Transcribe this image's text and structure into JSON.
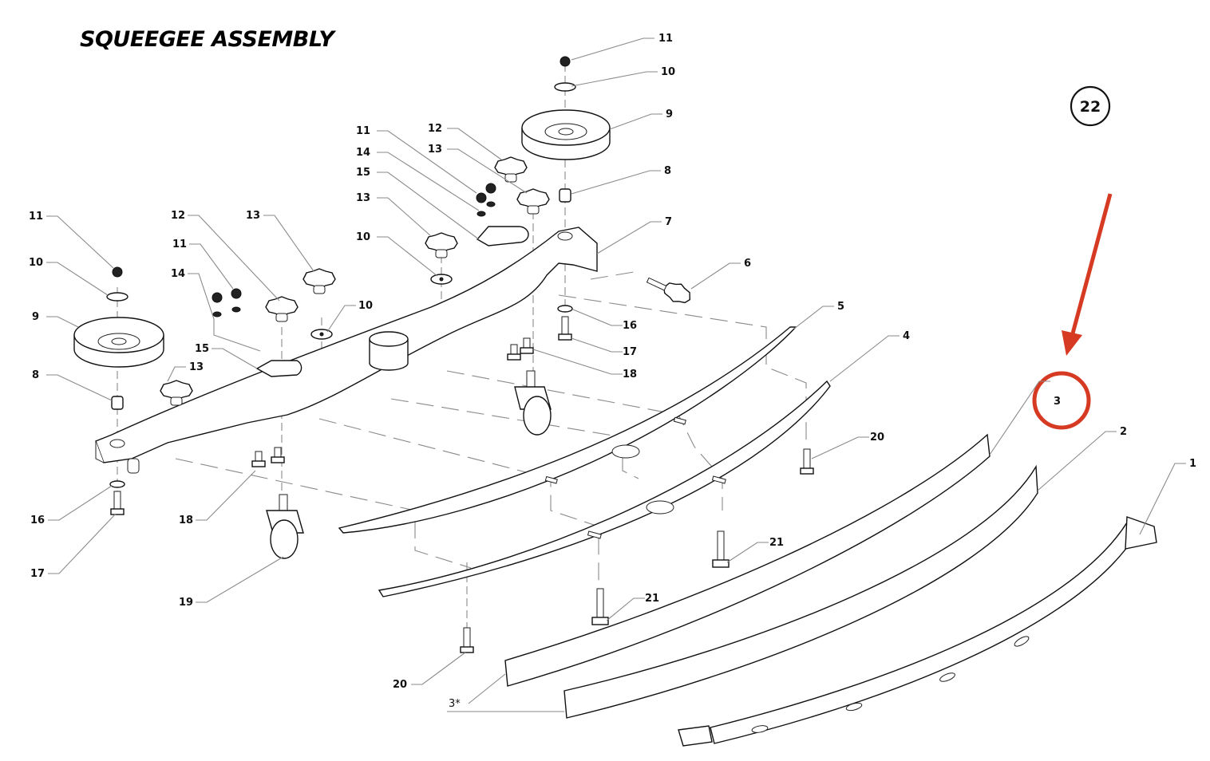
{
  "title": "SQUEEGEE ASSEMBLY",
  "figure_number": "22",
  "highlight": {
    "part_label": "3",
    "color": "#d63a22",
    "annotation": "red arrow pointing to circled part 3"
  },
  "parts": [
    {
      "id": "1",
      "name": "squeegee end / blade holder strip"
    },
    {
      "id": "2",
      "name": "squeegee blade"
    },
    {
      "id": "3",
      "name": "squeegee blade"
    },
    {
      "id": "3*",
      "name": "squeegee blades (kit)"
    },
    {
      "id": "4",
      "name": "squeegee frame plate"
    },
    {
      "id": "5",
      "name": "squeegee upper plate"
    },
    {
      "id": "6",
      "name": "knob screw"
    },
    {
      "id": "7",
      "name": "bracket"
    },
    {
      "id": "8",
      "name": "spacer"
    },
    {
      "id": "9",
      "name": "wheel"
    },
    {
      "id": "10",
      "name": "washer"
    },
    {
      "id": "11",
      "name": "nut"
    },
    {
      "id": "12",
      "name": "knob"
    },
    {
      "id": "13",
      "name": "knob"
    },
    {
      "id": "14",
      "name": "washer"
    },
    {
      "id": "15",
      "name": "hinge plate"
    },
    {
      "id": "16",
      "name": "washer"
    },
    {
      "id": "17",
      "name": "screw"
    },
    {
      "id": "18",
      "name": "screw"
    },
    {
      "id": "19",
      "name": "caster"
    },
    {
      "id": "20",
      "name": "screw"
    },
    {
      "id": "21",
      "name": "T-bolt"
    }
  ],
  "labels": {
    "l11a": "11",
    "l10a": "10",
    "l9a": "9",
    "l8a": "8",
    "l7": "7",
    "l6": "6",
    "l5": "5",
    "l4": "4",
    "l3": "3",
    "l2": "2",
    "l1": "1",
    "l3star": "3*",
    "l11b": "11",
    "l14b": "14",
    "l15b": "15",
    "l13b": "13",
    "l10b": "10",
    "l12b": "12",
    "l13c": "13",
    "l11c": "11",
    "l10c": "10",
    "l9c": "9",
    "l8c": "8",
    "l12d": "12",
    "l11d": "11",
    "l14d": "14",
    "l13d": "13",
    "l10d": "10",
    "l15d": "15",
    "l13e": "13",
    "l16a": "16",
    "l17a": "17",
    "l18a": "18",
    "l19": "19",
    "l16b": "16",
    "l17b": "17",
    "l18b": "18",
    "l20a": "20",
    "l20b": "20",
    "l21a": "21",
    "l21b": "21"
  }
}
